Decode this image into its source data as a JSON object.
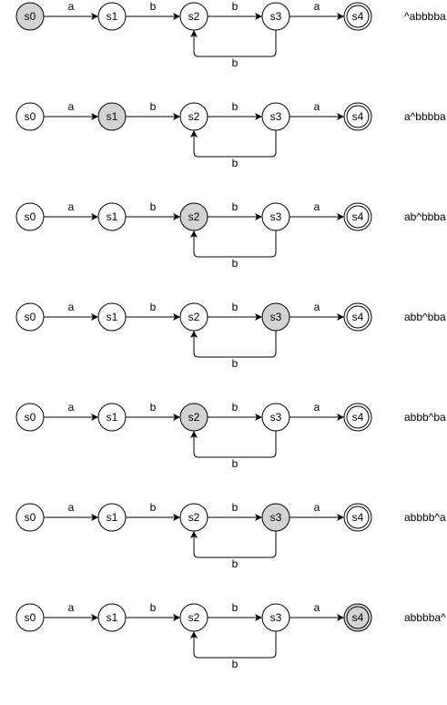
{
  "diagram": {
    "states": [
      "s0",
      "s1",
      "s2",
      "s3",
      "s4"
    ],
    "accepting_state": "s4",
    "transitions": [
      {
        "from": "s0",
        "to": "s1",
        "label": "a"
      },
      {
        "from": "s1",
        "to": "s2",
        "label": "b"
      },
      {
        "from": "s2",
        "to": "s3",
        "label": "b"
      },
      {
        "from": "s3",
        "to": "s4",
        "label": "a"
      },
      {
        "from": "s3",
        "to": "s2",
        "label": "b"
      }
    ],
    "colors": {
      "active_fill": "#d3d3d3",
      "inactive_fill": "#ffffff",
      "stroke": "#000000"
    },
    "steps": [
      {
        "active": "s0",
        "tape": "^abbbba"
      },
      {
        "active": "s1",
        "tape": "a^bbbba"
      },
      {
        "active": "s2",
        "tape": "ab^bbba"
      },
      {
        "active": "s3",
        "tape": "abb^bba"
      },
      {
        "active": "s2",
        "tape": "abbb^ba"
      },
      {
        "active": "s3",
        "tape": "abbbb^a"
      },
      {
        "active": "s4",
        "tape": "abbbba^"
      }
    ]
  }
}
